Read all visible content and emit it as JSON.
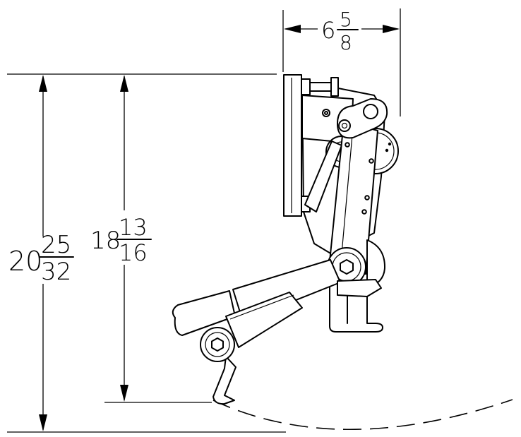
{
  "dimensions": {
    "width_top": {
      "whole": "6",
      "num": "5",
      "den": "8"
    },
    "height_inner": {
      "whole": "18",
      "num": "13",
      "den": "16"
    },
    "height_outer": {
      "whole": "20",
      "num": "25",
      "den": "32"
    }
  }
}
